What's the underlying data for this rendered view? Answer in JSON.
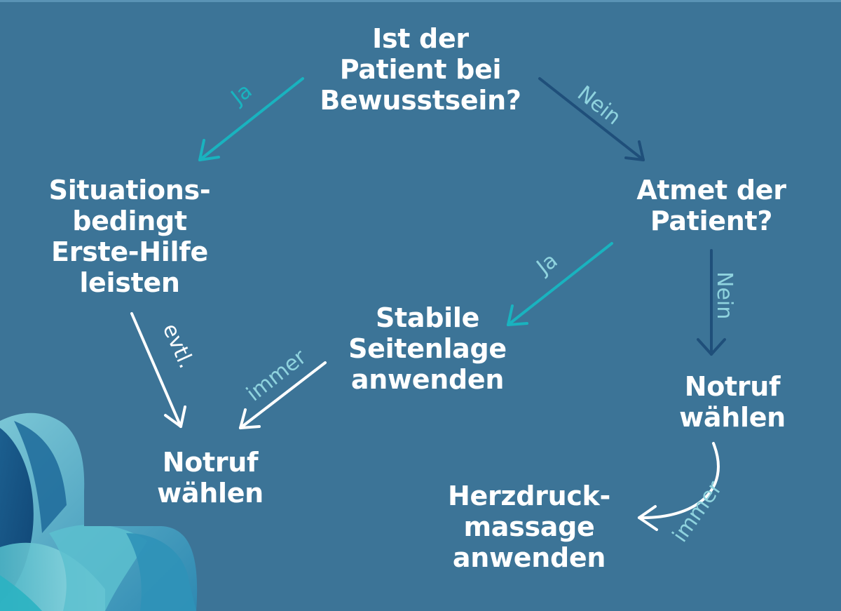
{
  "nodes": {
    "q1": {
      "lines": [
        "Ist der",
        "Patient bei",
        "Bewusstsein?"
      ]
    },
    "q2": {
      "lines": [
        "Atmet der",
        "Patient?"
      ]
    },
    "a1": {
      "lines": [
        "Situations-",
        "bedingt",
        "Erste-Hilfe",
        "leisten"
      ]
    },
    "a2": {
      "lines": [
        "Stabile",
        "Seitenlage",
        "anwenden"
      ]
    },
    "a3": {
      "lines": [
        "Notruf",
        "wählen"
      ]
    },
    "a4": {
      "lines": [
        "Notruf",
        "wählen"
      ]
    },
    "a5": {
      "lines": [
        "Herzdruck-",
        "massage",
        "anwenden"
      ]
    }
  },
  "edges": {
    "q1_a1": {
      "label": "Ja"
    },
    "q1_q2": {
      "label": "Nein"
    },
    "q2_a2": {
      "label": "Ja"
    },
    "q2_a4": {
      "label": "Nein"
    },
    "a1_a3": {
      "label": "evtl."
    },
    "a2_a3": {
      "label": "immer"
    },
    "a4_a5": {
      "label": "immer"
    }
  },
  "colors": {
    "background": "#3c7497",
    "text": "#ffffff",
    "yes": "#19b3bf",
    "no": "#1f4f7a",
    "arrow_white": "#ffffff",
    "label_light": "#8fd3de"
  }
}
